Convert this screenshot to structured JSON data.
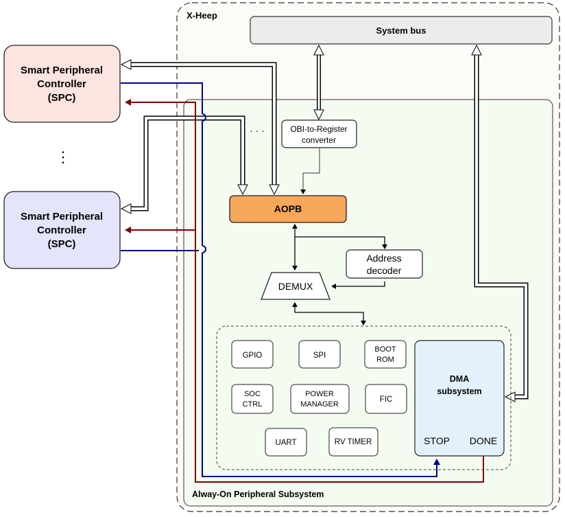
{
  "xheep": {
    "label": "X-Heep"
  },
  "system_bus": {
    "label": "System bus"
  },
  "ao_subsystem": {
    "label": "Alway-On Peripheral Subsystem"
  },
  "spc_top": {
    "line1": "Smart Peripheral",
    "line2": "Controller",
    "line3": "(SPC)"
  },
  "spc_bottom": {
    "line1": "Smart Peripheral",
    "line2": "Controller",
    "line3": "(SPC)"
  },
  "vertical_ellipsis": "⋮",
  "horizontal_ellipsis": "· · ·",
  "obi_converter": {
    "line1": "OBI-to-Register",
    "line2": "converter"
  },
  "aopb": {
    "label": "AOPB"
  },
  "address_decoder": {
    "line1": "Address",
    "line2": "decoder"
  },
  "demux": {
    "label": "DEMUX"
  },
  "peripherals": {
    "gpio": "GPIO",
    "spi": "SPI",
    "boot_rom_1": "BOOT",
    "boot_rom_2": "ROM",
    "soc_ctrl_1": "SOC",
    "soc_ctrl_2": "CTRL",
    "power_manager_1": "POWER",
    "power_manager_2": "MANAGER",
    "fic": "FIC",
    "uart": "UART",
    "rv_timer": "RV TIMER"
  },
  "dma": {
    "line1": "DMA",
    "line2": "subsystem",
    "stop": "STOP",
    "done": "DONE"
  },
  "colors": {
    "spc_top_fill": "#fce4e0",
    "spc_bottom_fill": "#e4e4fa",
    "aopb_fill": "#f7a75a",
    "dma_fill": "#e3f1fc",
    "xheep_fill": "#fdfbf7",
    "ao_fill": "#f4fbf1",
    "bus_fill": "#ececec",
    "blue_line": "#00008b",
    "red_line": "#800000"
  }
}
